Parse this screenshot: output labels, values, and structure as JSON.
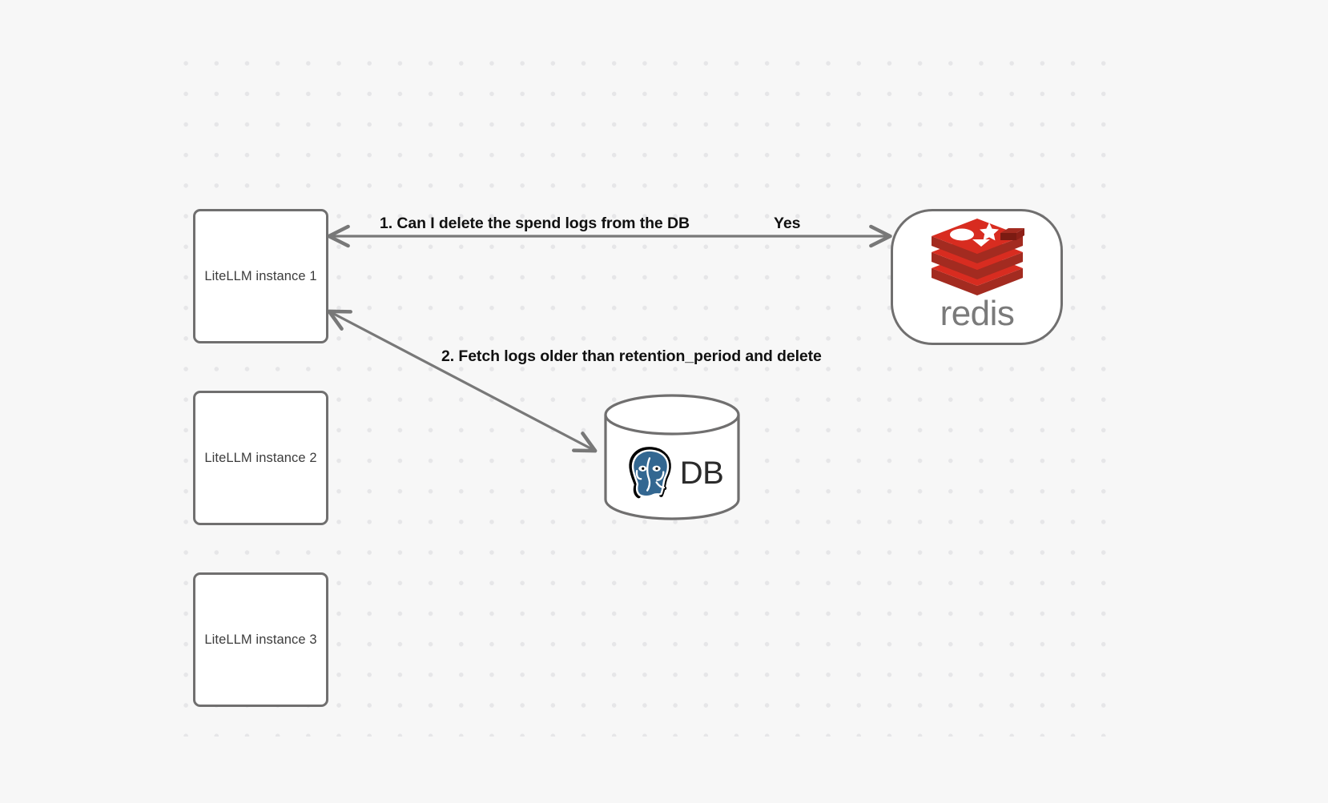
{
  "diagram": {
    "title": "LiteLLM spend log deletion flow",
    "background_color": "#f7f7f7",
    "dot_color": "#e6e6e8",
    "node_border_color": "#706f6f",
    "node_fill_color": "#ffffff",
    "edge_color": "#787878",
    "label_color": "#111111"
  },
  "nodes": {
    "instance_1": {
      "label": "LiteLLM instance 1"
    },
    "instance_2": {
      "label": "LiteLLM instance 2"
    },
    "instance_3": {
      "label": "LiteLLM instance 3"
    },
    "redis": {
      "label": "redis",
      "icon": "redis-logo-icon",
      "brand_color": "#d82c20",
      "wordmark_color": "#7a7a7a"
    },
    "database": {
      "label": "DB",
      "icon": "postgresql-elephant-icon",
      "brand_color": "#336791"
    }
  },
  "edges": [
    {
      "id": "step-1",
      "label": "1.  Can I delete the spend logs from the DB",
      "reply_label": "Yes",
      "from": "instance_1",
      "to": "redis",
      "direction": "bidirectional"
    },
    {
      "id": "step-2",
      "label": "2.  Fetch logs older than retention_period and delete",
      "from": "instance_1",
      "to": "database",
      "direction": "bidirectional"
    }
  ]
}
